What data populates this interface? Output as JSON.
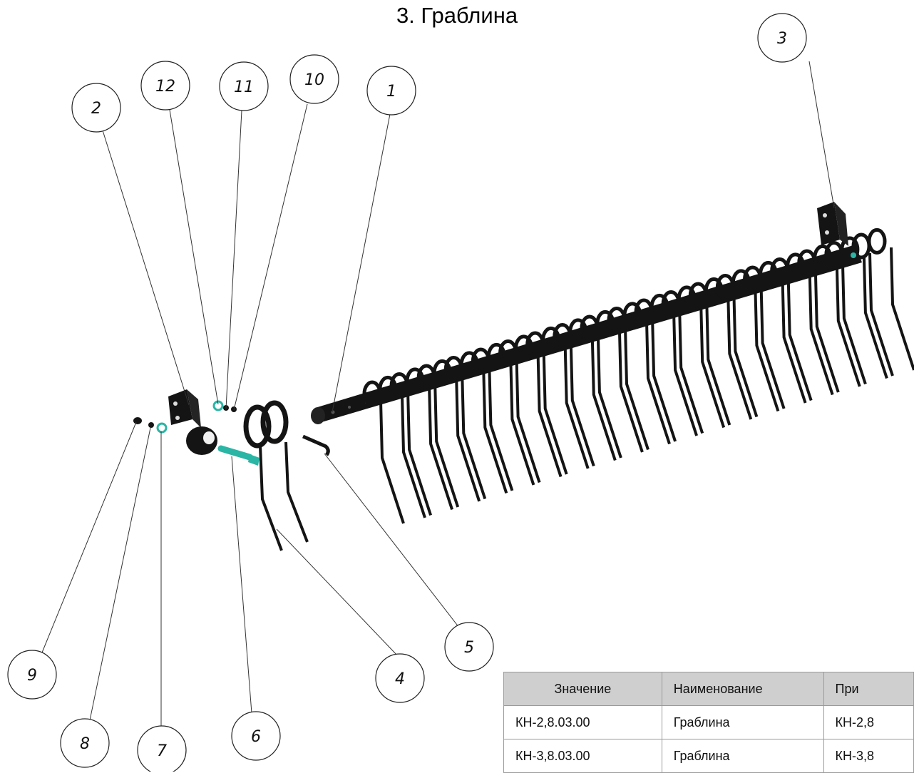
{
  "title": "3. Граблина",
  "callouts": [
    {
      "id": "c1",
      "label": "1"
    },
    {
      "id": "c2",
      "label": "2"
    },
    {
      "id": "c3",
      "label": "3"
    },
    {
      "id": "c4",
      "label": "4"
    },
    {
      "id": "c5",
      "label": "5"
    },
    {
      "id": "c6",
      "label": "6"
    },
    {
      "id": "c7",
      "label": "7"
    },
    {
      "id": "c8",
      "label": "8"
    },
    {
      "id": "c9",
      "label": "9"
    },
    {
      "id": "c10",
      "label": "10"
    },
    {
      "id": "c11",
      "label": "11"
    },
    {
      "id": "c12",
      "label": "12"
    }
  ],
  "colors": {
    "part": "#141414",
    "bolt": "#2bb5a5",
    "line": "#333333",
    "table_header": "#cfcfcf"
  },
  "table": {
    "headers": [
      "Значение",
      "Наименование",
      "При"
    ],
    "rows": [
      [
        "КН-2,8.03.00",
        "Граблина",
        "КН-2,8"
      ],
      [
        "КН-3,8.03.00",
        "Граблина",
        "КН-3,8"
      ]
    ]
  }
}
